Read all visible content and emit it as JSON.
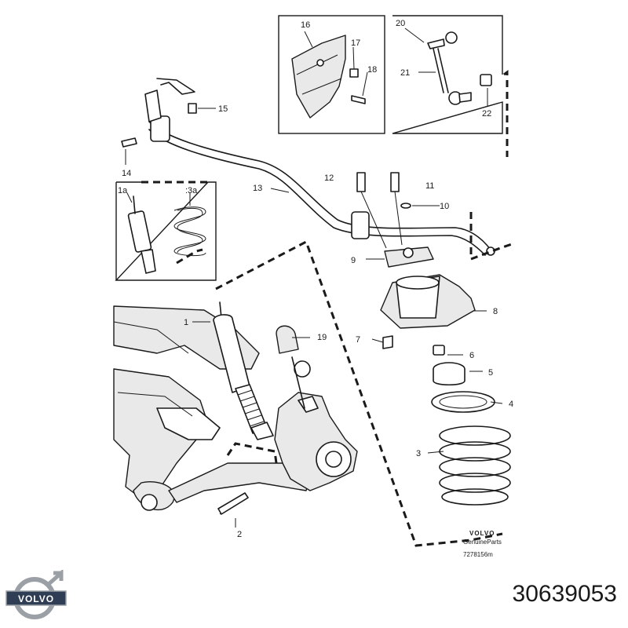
{
  "callouts": {
    "c1": "1",
    "c1a": "1a",
    "c2": "2",
    "c3": "3",
    "c3a": ":3a",
    "c4": "4",
    "c5": "5",
    "c6": "6",
    "c7": "7",
    "c8": "8",
    "c9": "9",
    "c10": "10",
    "c11": "11",
    "c12": "12",
    "c13": "13",
    "c14": "14",
    "c15": "15",
    "c16": "16",
    "c17": "17",
    "c18": "18",
    "c19": "19",
    "c20": "20",
    "c21": "21",
    "c22": "22"
  },
  "footer": {
    "brand": "VOLVO",
    "subtitle": "GenuineParts",
    "drawing_number": "7278156m"
  },
  "logo": {
    "text": "VOLVO"
  },
  "part_number": "30639053"
}
